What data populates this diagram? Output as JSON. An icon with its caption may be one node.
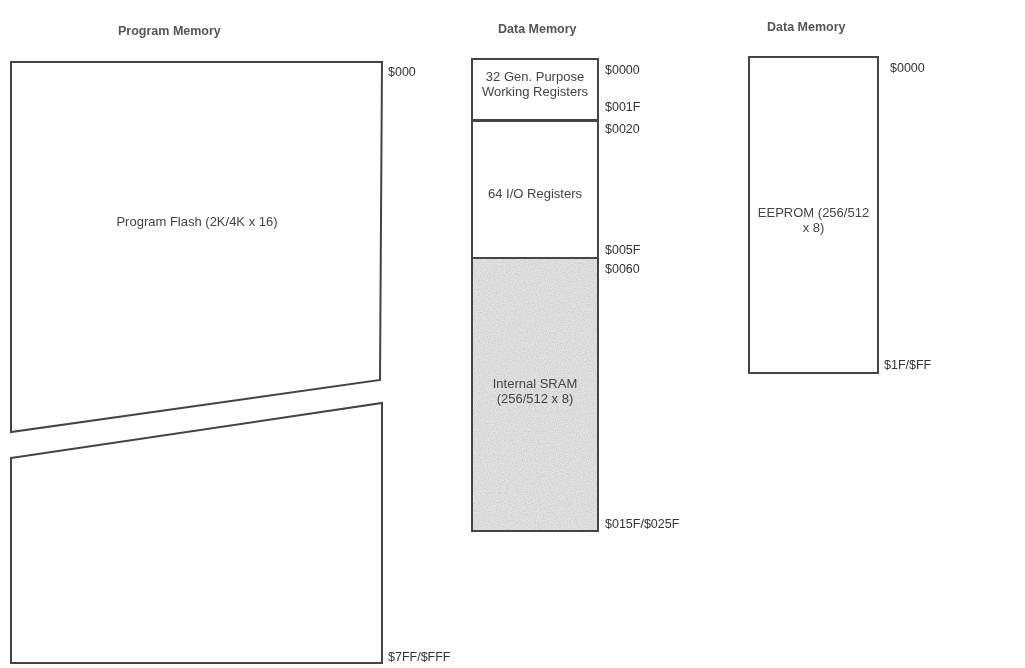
{
  "diagram": {
    "nodes": [
      {
        "text": [
          "Program Flash (2K/4K x 16)"
        ]
      },
      {
        "text": [],
        "shape": "box"
      },
      {
        "text": [
          "32 Gen. Purpose Working Registers"
        ]
      },
      {
        "text": [
          "64 I/O Registers"
        ]
      },
      {
        "text": [
          "Internal SRAM (256/512 x 8)"
        ]
      },
      {
        "text": [
          "EEPROM (256/512 x 8)"
        ]
      }
    ],
    "labels": [
      "Program Memory",
      "Data Memory",
      "Data Memory",
      "$000",
      "$0000",
      "$0000",
      "$001F",
      "$0020",
      "$005F",
      "$0060",
      "$1F/$FF",
      "$015F/$025F",
      "$7FF/$FFF"
    ]
  }
}
